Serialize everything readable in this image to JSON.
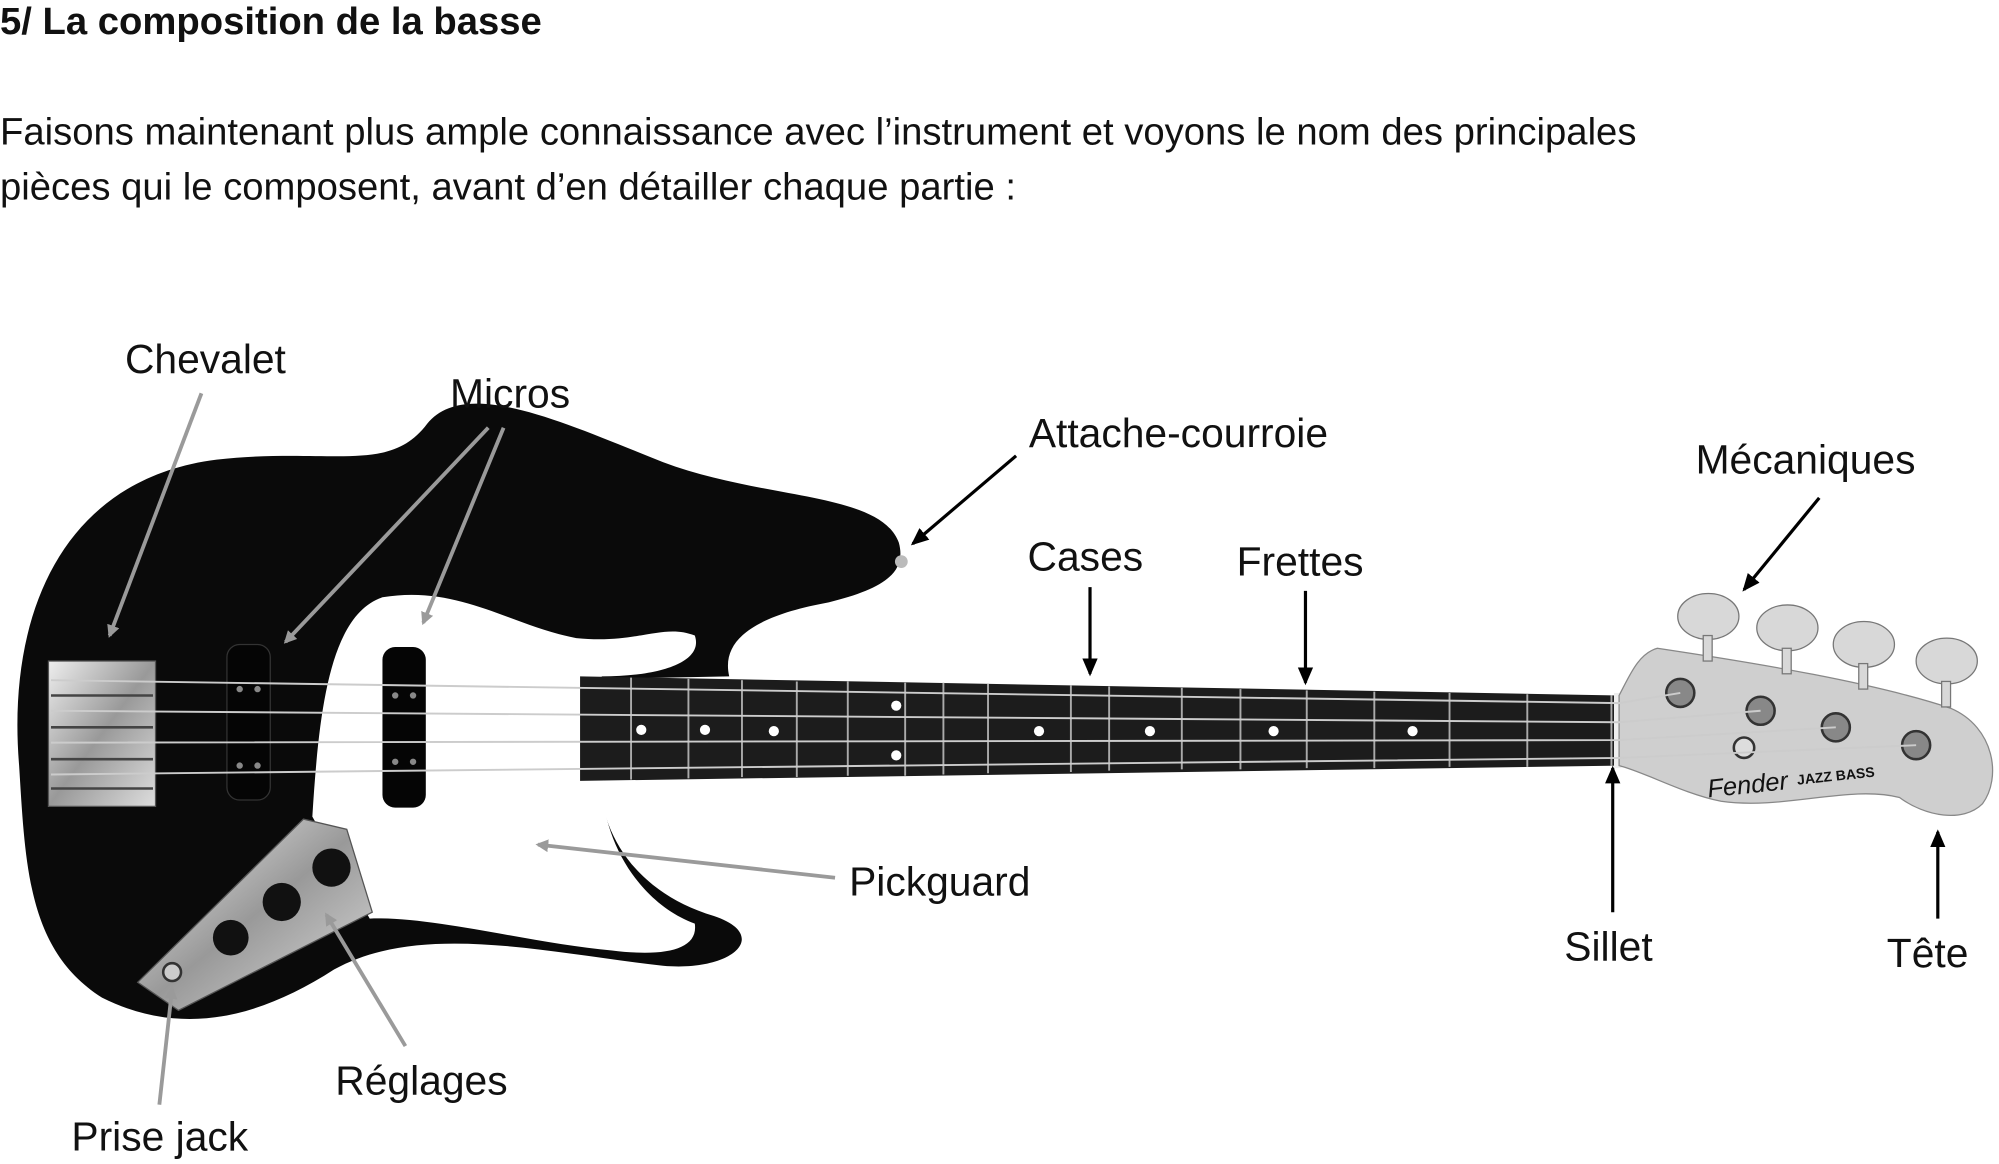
{
  "heading": "5/ La composition de la basse",
  "intro": [
    "Faisons maintenant plus ample connaissance avec l’instrument et voyons le nom des principales",
    "pièces qui le composent, avant d’en détailler chaque partie :"
  ],
  "labels": {
    "chevalet": "Chevalet",
    "micros": "Micros",
    "attache": "Attache-courroie",
    "cases": "Cases",
    "frettes": "Frettes",
    "mecaniques": "Mécaniques",
    "pickguard": "Pickguard",
    "sillet": "Sillet",
    "tete": "Tête",
    "reglages": "Réglages",
    "prise_jack": "Prise jack"
  },
  "logo": {
    "brand": "Fender",
    "model": "JAZZ BASS"
  },
  "colors": {
    "body": "#0a0a0a",
    "pickguard": "#ffffff",
    "fretboard": "#1c1c1c",
    "headstock": "#cfcfcf",
    "gray_arrow": "#9a9a9a",
    "black_arrow": "#000000"
  }
}
